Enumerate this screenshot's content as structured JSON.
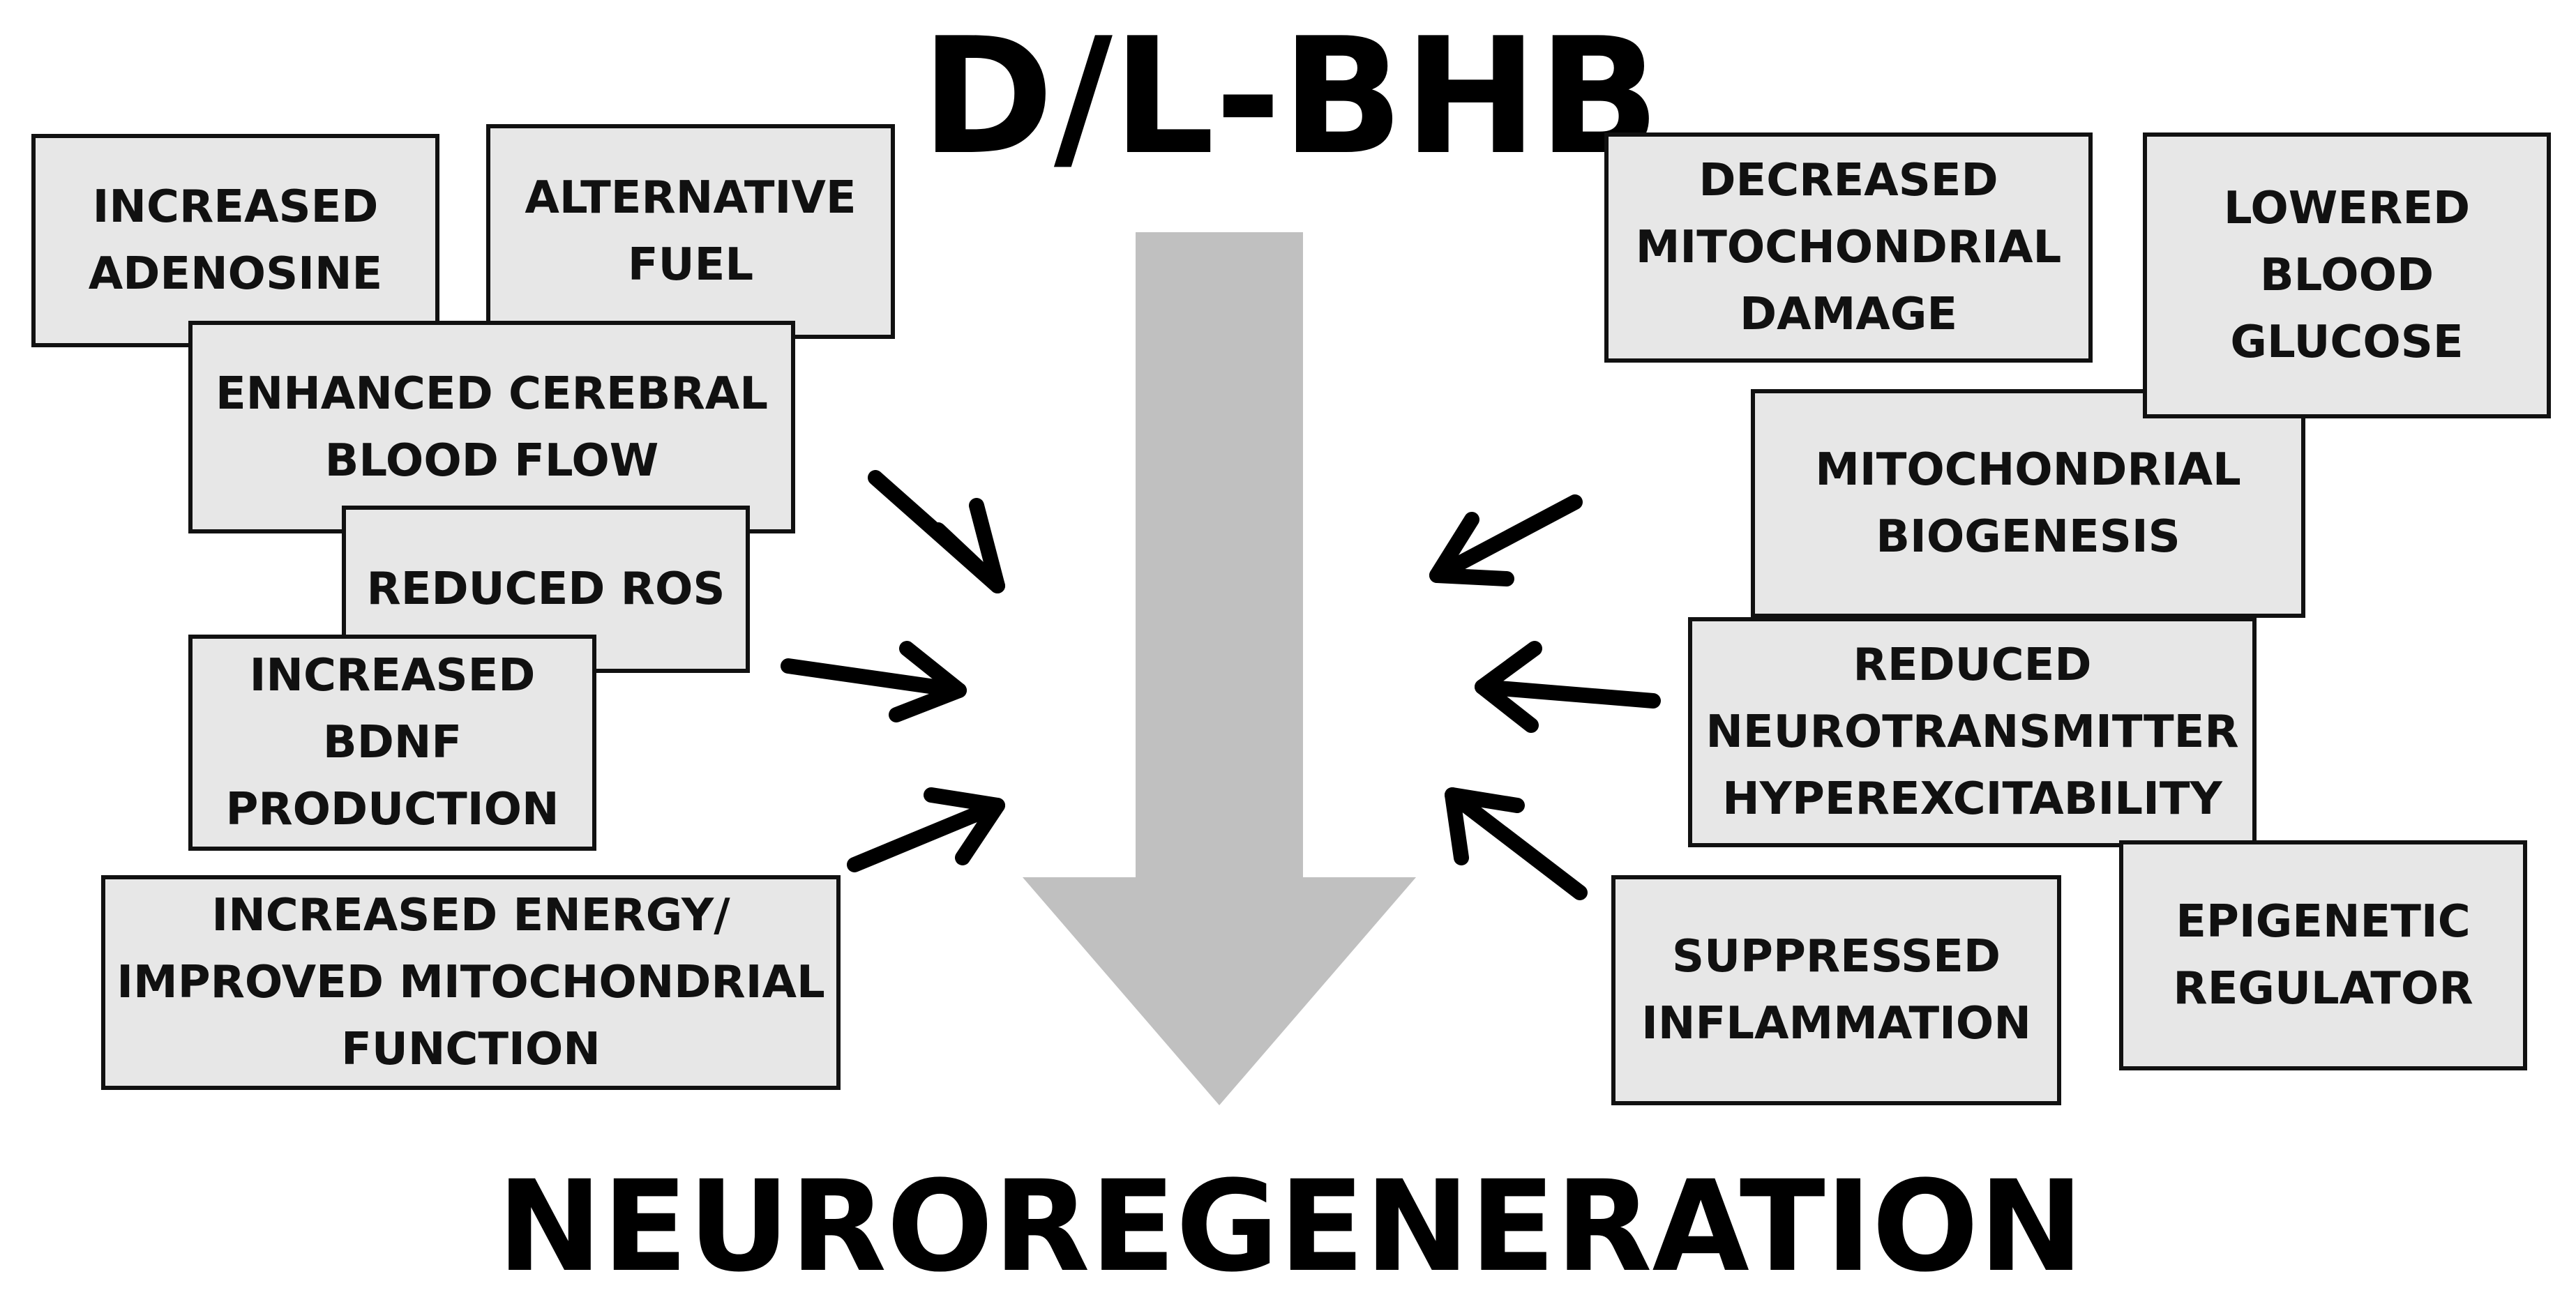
{
  "title": "D/L-BHB",
  "outcome": "NEUROREGENERATION",
  "colors": {
    "box_fill": "#e7e7e7",
    "border": "#111111",
    "central_arrow": "#c0c0c0",
    "text": "#000000"
  },
  "left_boxes": [
    {
      "id": "increased-adenosine",
      "label": "INCREASED\nADENOSINE"
    },
    {
      "id": "alternative-fuel",
      "label": "ALTERNATIVE\nFUEL"
    },
    {
      "id": "enhanced-cerebral-blood-flow",
      "label": "ENHANCED CEREBRAL\nBLOOD FLOW"
    },
    {
      "id": "reduced-ros",
      "label": "REDUCED ROS"
    },
    {
      "id": "increased-bdnf-production",
      "label": "INCREASED\nBDNF\nPRODUCTION"
    },
    {
      "id": "increased-energy",
      "label": "INCREASED ENERGY/\nIMPROVED MITOCHONDRIAL\nFUNCTION"
    }
  ],
  "right_boxes": [
    {
      "id": "decreased-mitochondrial-damage",
      "label": "DECREASED\nMITOCHONDRIAL\nDAMAGE"
    },
    {
      "id": "lowered-blood-glucose",
      "label": "LOWERED\nBLOOD\nGLUCOSE"
    },
    {
      "id": "mitochondrial-biogenesis",
      "label": "MITOCHONDRIAL\nBIOGENESIS"
    },
    {
      "id": "reduced-neurotransmitter-hyperexcitability",
      "label": "REDUCED\nNEUROTRANSMITTER\nHYPEREXCITABILITY"
    },
    {
      "id": "suppressed-inflammation",
      "label": "SUPPRESSED\nINFLAMMATION"
    },
    {
      "id": "epigenetic-regulator",
      "label": "EPIGENETIC\nREGULATOR"
    }
  ]
}
